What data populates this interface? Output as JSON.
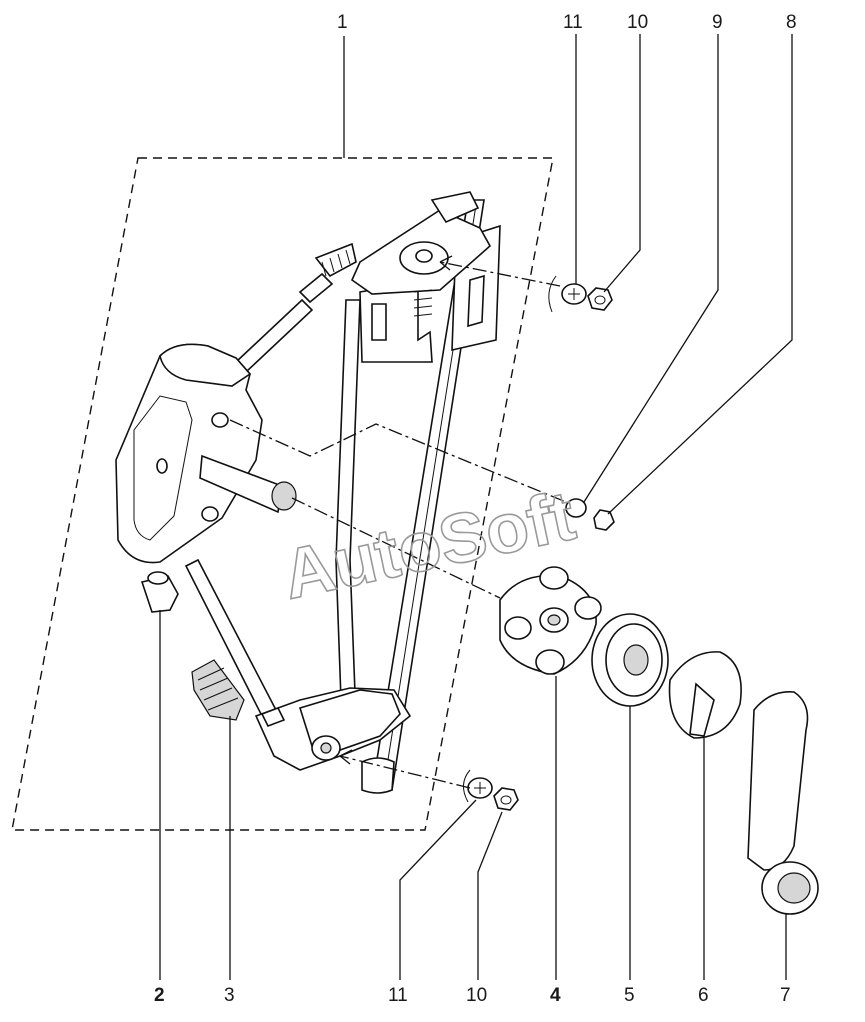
{
  "callouts": {
    "c1": "1",
    "c11_top": "11",
    "c10_top": "10",
    "c9": "9",
    "c8": "8",
    "c2": "2",
    "c3": "3",
    "c11_bottom": "11",
    "c10_bottom": "10",
    "c4": "4",
    "c5": "5",
    "c6": "6",
    "c7": "7"
  },
  "watermark": "AutoSoft"
}
